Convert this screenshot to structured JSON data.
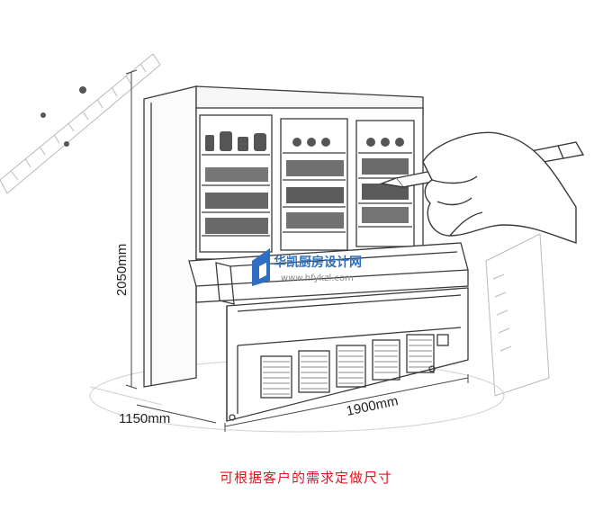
{
  "dimensions": {
    "height": "2050mm",
    "depth": "1150mm",
    "width": "1900mm"
  },
  "watermark": {
    "text": "华凯厨房设计网",
    "url": "www.hfykzl.com"
  },
  "caption": {
    "text": "可根据客户的需求定做尺寸",
    "color": "#e0141e"
  },
  "colors": {
    "line": "#3a3a3a",
    "light_line": "#9a9a9a",
    "watermark_blue": "#2f6fc1",
    "watermark_gray": "#8a8a8a"
  }
}
